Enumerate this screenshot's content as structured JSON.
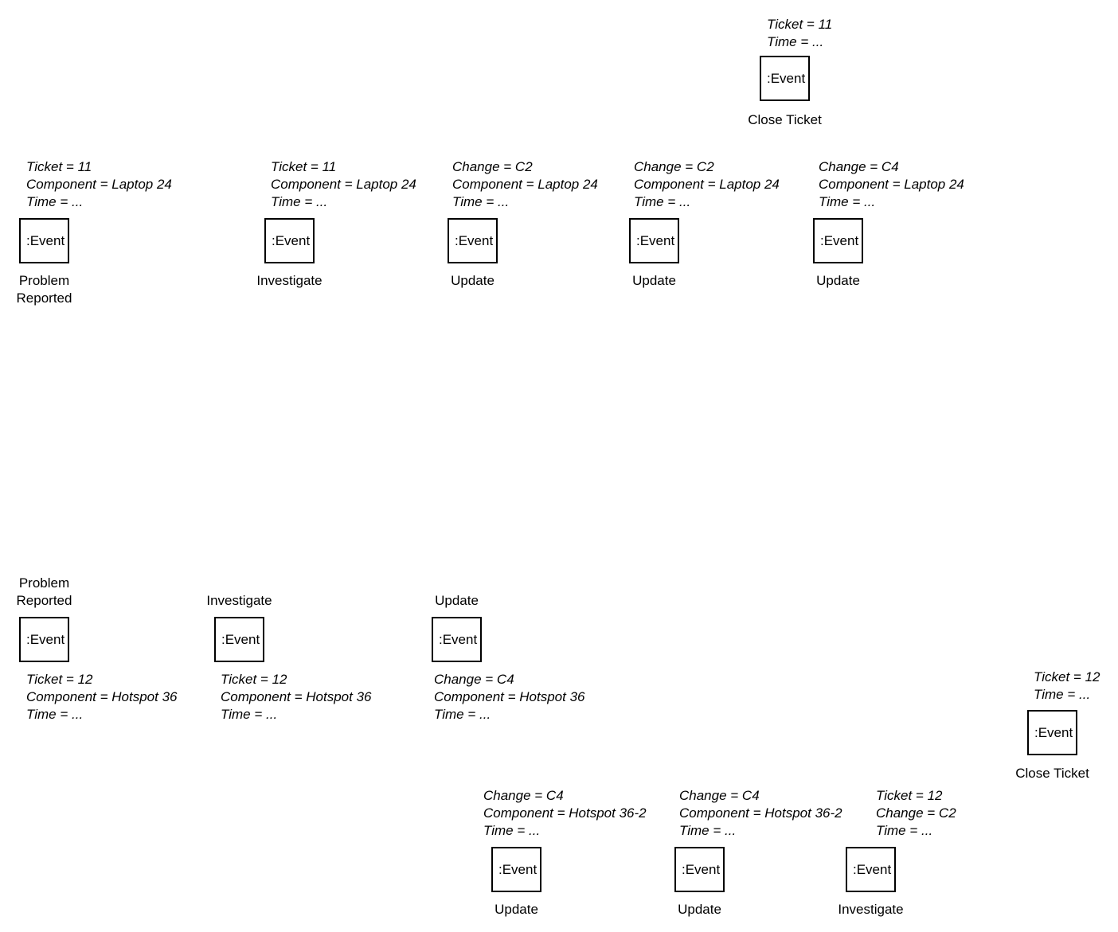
{
  "canvas": {
    "background": "#ffffff",
    "text_color": "#000000",
    "box_border_color": "#000000"
  },
  "event_box_label": ":Event",
  "events": [
    {
      "attrs": "Ticket = 11\nComponent = Laptop 24\nTime = ...",
      "label": "Problem\nReported"
    },
    {
      "attrs": "Ticket = 11\nComponent = Laptop 24\nTime = ...",
      "label": "Investigate"
    },
    {
      "attrs": "Change = C2\nComponent = Laptop 24\nTime = ...",
      "label": "Update"
    },
    {
      "attrs": "Change = C2\nComponent = Laptop 24\nTime = ...",
      "label": "Update"
    },
    {
      "attrs": "Change = C4\nComponent = Laptop 24\nTime = ...",
      "label": "Update"
    },
    {
      "attrs": "Ticket = 11\nTime = ...",
      "label": "Close Ticket"
    },
    {
      "attrs": "Ticket = 12\nComponent = Hotspot 36\nTime = ...",
      "label": "Problem\nReported"
    },
    {
      "attrs": "Ticket = 12\nComponent = Hotspot 36\nTime = ...",
      "label": "Investigate"
    },
    {
      "attrs": "Change = C4\nComponent = Hotspot 36\nTime = ...",
      "label": "Update"
    },
    {
      "attrs": "Ticket = 12\nTime = ...",
      "label": "Close Ticket"
    },
    {
      "attrs": "Change = C4\nComponent = Hotspot 36-2\nTime = ...",
      "label": "Update"
    },
    {
      "attrs": "Change = C4\nComponent = Hotspot 36-2\nTime = ...",
      "label": "Update"
    },
    {
      "attrs": "Ticket = 12\nChange = C2\nTime = ...",
      "label": "Investigate"
    }
  ]
}
